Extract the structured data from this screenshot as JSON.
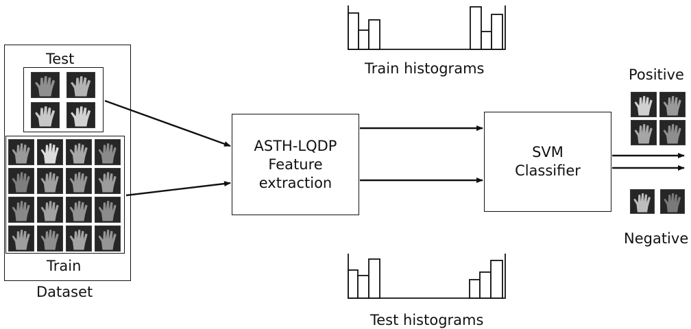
{
  "dataset": {
    "test_label": "Test",
    "train_label": "Train",
    "dataset_label": "Dataset",
    "test_images": [
      {
        "icon": "hand-image-icon",
        "shade": "#8f8f8f"
      },
      {
        "icon": "hand-image-icon",
        "shade": "#b4b4b4"
      },
      {
        "icon": "hand-image-icon",
        "shade": "#c8c8c8"
      },
      {
        "icon": "hand-image-icon",
        "shade": "#d2d2d2"
      }
    ],
    "train_images": [
      {
        "icon": "hand-image-icon",
        "shade": "#9a9a9a"
      },
      {
        "icon": "hand-image-icon",
        "shade": "#dcdcdc"
      },
      {
        "icon": "hand-image-icon",
        "shade": "#a8a8a8"
      },
      {
        "icon": "hand-image-icon",
        "shade": "#8a8a8a"
      },
      {
        "icon": "hand-image-icon",
        "shade": "#7e7e7e"
      },
      {
        "icon": "hand-image-icon",
        "shade": "#a0a0a0"
      },
      {
        "icon": "hand-image-icon",
        "shade": "#969696"
      },
      {
        "icon": "hand-image-icon",
        "shade": "#9c9c9c"
      },
      {
        "icon": "hand-image-icon",
        "shade": "#888888"
      },
      {
        "icon": "hand-image-icon",
        "shade": "#a2a2a2"
      },
      {
        "icon": "hand-image-icon",
        "shade": "#939393"
      },
      {
        "icon": "hand-image-icon",
        "shade": "#8c8c8c"
      },
      {
        "icon": "hand-image-icon",
        "shade": "#9e9e9e"
      },
      {
        "icon": "hand-image-icon",
        "shade": "#8e8e8e"
      },
      {
        "icon": "hand-image-icon",
        "shade": "#a4a4a4"
      },
      {
        "icon": "hand-image-icon",
        "shade": "#959595"
      }
    ]
  },
  "feature_box": {
    "lines": [
      "ASTH-LQDP",
      "Feature",
      "extraction"
    ]
  },
  "classifier_box": {
    "lines": [
      "SVM",
      "Classifier"
    ]
  },
  "train_histograms": {
    "label": "Train histograms",
    "icon": "histogram-icon"
  },
  "test_histograms": {
    "label": "Test histograms",
    "icon": "histogram-icon"
  },
  "results": {
    "positive_label": "Positive",
    "negative_label": "Negative",
    "positive_images": [
      {
        "icon": "hand-image-icon",
        "shade": "#d0d0d0"
      },
      {
        "icon": "hand-image-icon",
        "shade": "#9a9a9a"
      },
      {
        "icon": "hand-image-icon",
        "shade": "#a6a6a6"
      },
      {
        "icon": "hand-image-icon",
        "shade": "#8e8e8e"
      }
    ],
    "negative_images": [
      {
        "icon": "hand-image-icon",
        "shade": "#bdbdbd"
      },
      {
        "icon": "hand-image-icon",
        "shade": "#7a7a7a"
      }
    ]
  },
  "colors": {
    "stroke": "#111111",
    "tile_background": "#1c1c1c"
  }
}
